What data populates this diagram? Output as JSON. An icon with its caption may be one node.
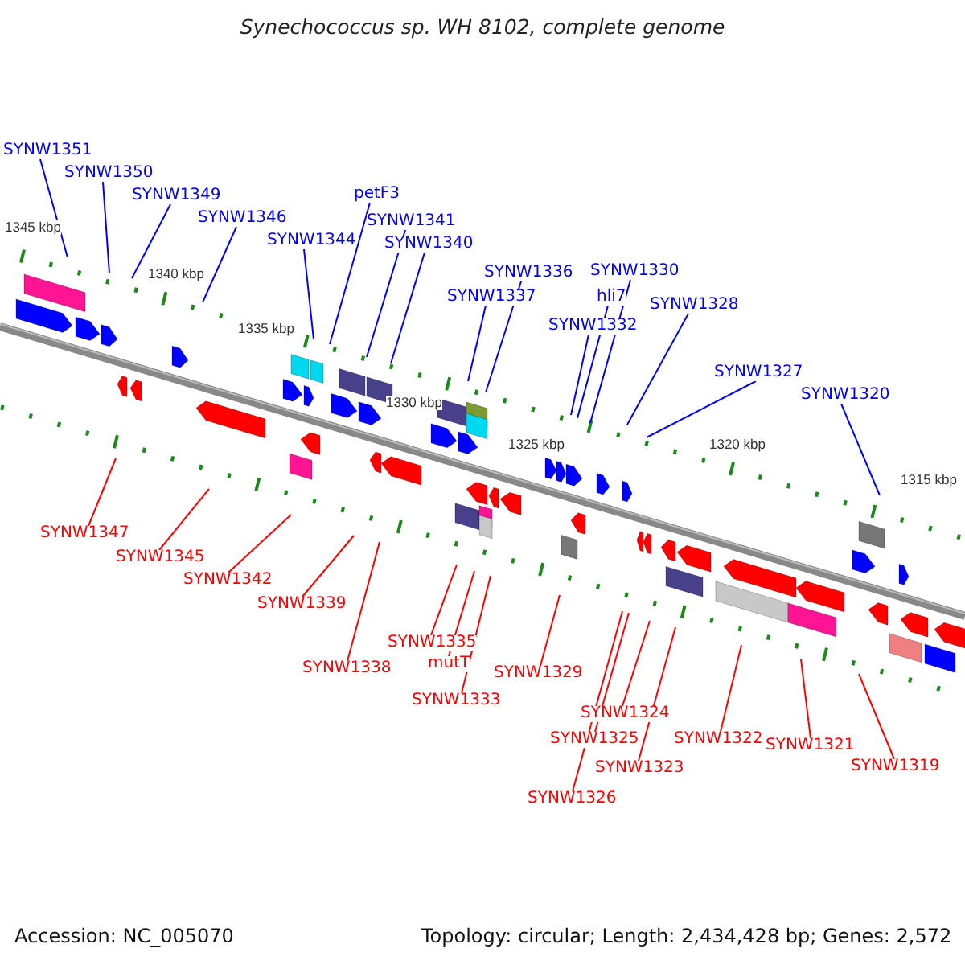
{
  "diagram": {
    "title": "Synechococcus sp. WH 8102, complete genome",
    "nodes": [
      {
        "text": [
          "SYNW1351"
        ]
      },
      {
        "text": [
          "SYNW1350"
        ]
      },
      {
        "text": [
          "petF3"
        ]
      },
      {
        "text": [
          "SYNW1349"
        ]
      },
      {
        "text": [
          "SYNW1346"
        ]
      },
      {
        "text": [
          "SYNW1341"
        ]
      },
      {
        "text": [
          "SYNW1344"
        ]
      },
      {
        "text": [
          "SYNW1340"
        ]
      },
      {
        "text": [
          "SYNW1330"
        ]
      },
      {
        "text": [
          "SYNW1336"
        ]
      },
      {
        "text": [
          "SYNW1337"
        ]
      },
      {
        "text": [
          "hli7"
        ]
      },
      {
        "text": [
          "SYNW1328"
        ]
      },
      {
        "text": [
          "SYNW1332"
        ]
      },
      {
        "text": [
          "SYNW1327"
        ]
      },
      {
        "text": [
          "SYNW1320"
        ]
      },
      {
        "text": [
          "SYNW1347"
        ]
      },
      {
        "text": [
          "SYNW1345"
        ]
      },
      {
        "text": [
          "SYNW1342"
        ]
      },
      {
        "text": [
          "SYNW1339"
        ]
      },
      {
        "text": [
          "SYNW1335"
        ]
      },
      {
        "text": [
          "mutT"
        ]
      },
      {
        "text": [
          "SYNW1338"
        ]
      },
      {
        "text": [
          "SYNW1329"
        ]
      },
      {
        "text": [
          "SYNW1333"
        ]
      },
      {
        "text": [
          "SYNW1324"
        ]
      },
      {
        "text": [
          "SYNW1325"
        ]
      },
      {
        "text": [
          "SYNW1322"
        ]
      },
      {
        "text": [
          "SYNW1321"
        ]
      },
      {
        "text": [
          "SYNW1319"
        ]
      },
      {
        "text": [
          "SYNW1323"
        ]
      },
      {
        "text": [
          "SYNW1326"
        ]
      }
    ],
    "edges": [
      {
        "from": 0,
        "to": null,
        "arrow": "none",
        "color": "#0000ff"
      },
      {
        "from": 1,
        "to": null,
        "arrow": "none",
        "color": "#0000ff"
      },
      {
        "from": 2,
        "to": null,
        "arrow": "none",
        "color": "#0000ff"
      },
      {
        "from": 3,
        "to": null,
        "arrow": "none",
        "color": "#0000ff"
      },
      {
        "from": 4,
        "to": null,
        "arrow": "none",
        "color": "#0000ff"
      },
      {
        "from": 5,
        "to": null,
        "arrow": "none",
        "color": "#0000ff"
      },
      {
        "from": 6,
        "to": null,
        "arrow": "none",
        "color": "#0000ff"
      },
      {
        "from": 7,
        "to": null,
        "arrow": "none",
        "color": "#0000ff"
      },
      {
        "from": 8,
        "to": null,
        "arrow": "none",
        "color": "#0000ff"
      },
      {
        "from": 9,
        "to": null,
        "arrow": "none",
        "color": "#0000ff"
      },
      {
        "from": 10,
        "to": null,
        "arrow": "none",
        "color": "#0000ff"
      },
      {
        "from": 11,
        "to": null,
        "arrow": "none",
        "color": "#0000ff"
      },
      {
        "from": 12,
        "to": null,
        "arrow": "none",
        "color": "#0000ff"
      },
      {
        "from": 13,
        "to": null,
        "arrow": "none",
        "color": "#0000ff"
      },
      {
        "from": 14,
        "to": null,
        "arrow": "none",
        "color": "#0000ff"
      },
      {
        "from": 15,
        "to": null,
        "arrow": "none",
        "color": "#0000ff"
      },
      {
        "from": 16,
        "to": null,
        "arrow": "none",
        "color": "#ff0000"
      },
      {
        "from": 17,
        "to": null,
        "arrow": "none",
        "color": "#ff0000"
      },
      {
        "from": 18,
        "to": null,
        "arrow": "none",
        "color": "#ff0000"
      },
      {
        "from": 19,
        "to": null,
        "arrow": "none",
        "color": "#ff0000"
      },
      {
        "from": 20,
        "to": null,
        "arrow": "none",
        "color": "#ff0000"
      },
      {
        "from": 21,
        "to": null,
        "arrow": "none",
        "color": "#ff0000"
      },
      {
        "from": 22,
        "to": null,
        "arrow": "none",
        "color": "#ff0000"
      },
      {
        "from": 23,
        "to": null,
        "arrow": "none",
        "color": "#ff0000"
      },
      {
        "from": 24,
        "to": null,
        "arrow": "none",
        "color": "#ff0000"
      },
      {
        "from": 25,
        "to": null,
        "arrow": "none",
        "color": "#ff0000"
      },
      {
        "from": 26,
        "to": null,
        "arrow": "none",
        "color": "#ff0000"
      },
      {
        "from": 27,
        "to": null,
        "arrow": "none",
        "color": "#ff0000"
      },
      {
        "from": 28,
        "to": null,
        "arrow": "none",
        "color": "#ff0000"
      },
      {
        "from": 29,
        "to": null,
        "arrow": "none",
        "color": "#ff0000"
      },
      {
        "from": 30,
        "to": null,
        "arrow": "none",
        "color": "#ff0000"
      },
      {
        "from": 31,
        "to": null,
        "arrow": "none",
        "color": "#ff0000"
      }
    ],
    "labels": [
      "1345 kbp",
      "1340 kbp",
      "1335 kbp",
      "1330 kbp",
      "1325 kbp",
      "1320 kbp",
      "1315 kbp",
      "Accession: NC_005070",
      "Topology: circular; Length: 2,434,428 bp; Genes: 2,572"
    ]
  }
}
